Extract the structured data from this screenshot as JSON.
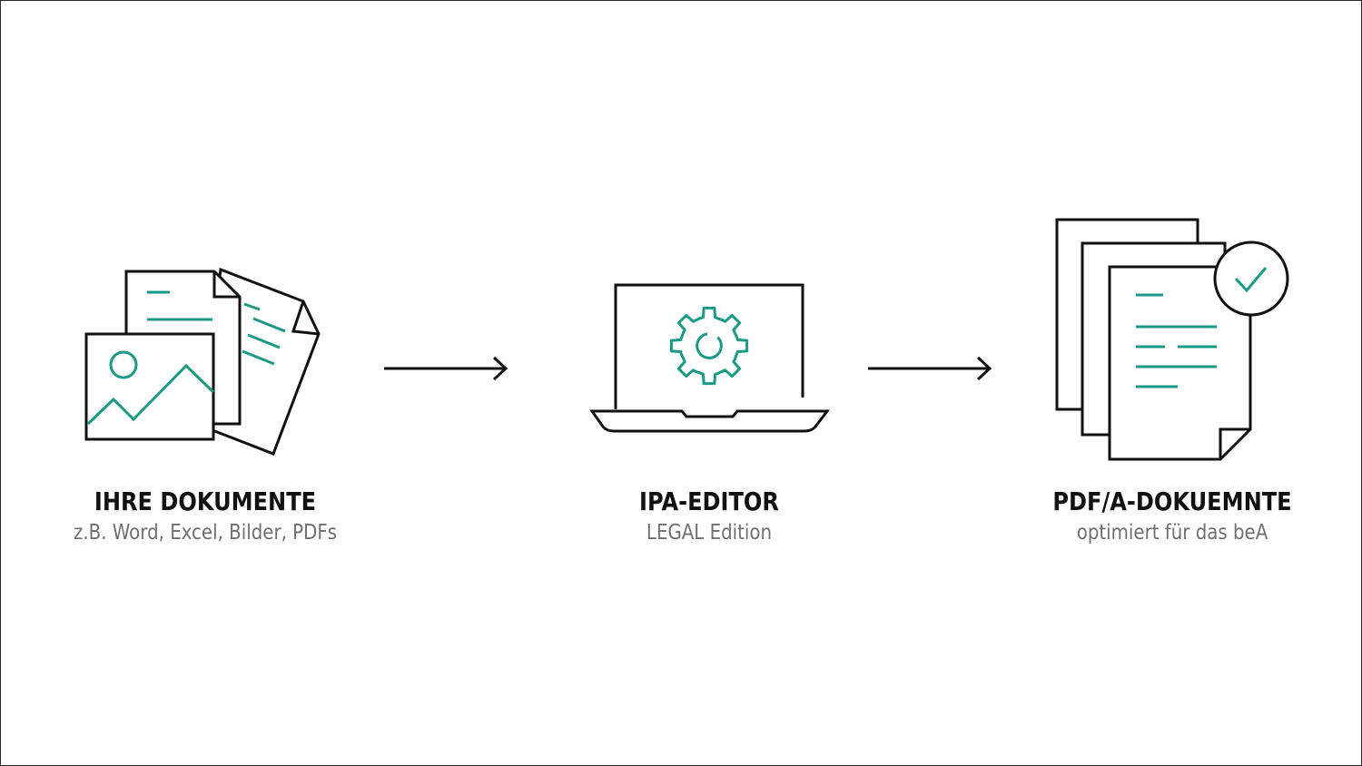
{
  "colors": {
    "accent": "#1a9a84",
    "stroke": "#111111",
    "subtitle": "#6f6f6f",
    "frame": "#2b2b2b"
  },
  "steps": [
    {
      "title": "IHRE DOKUMENTE",
      "subtitle": "z.B. Word, Excel, Bilder, PDFs",
      "icon": "documents-icon"
    },
    {
      "title": "IPA-EDITOR",
      "subtitle": "LEGAL Edition",
      "icon": "laptop-gear-icon"
    },
    {
      "title": "PDF/A-DOKUEMNTE",
      "subtitle": "optimiert für das beA",
      "icon": "pdfa-documents-check-icon"
    }
  ],
  "connectors": [
    {
      "icon": "arrow-right-icon"
    },
    {
      "icon": "arrow-right-icon"
    }
  ]
}
